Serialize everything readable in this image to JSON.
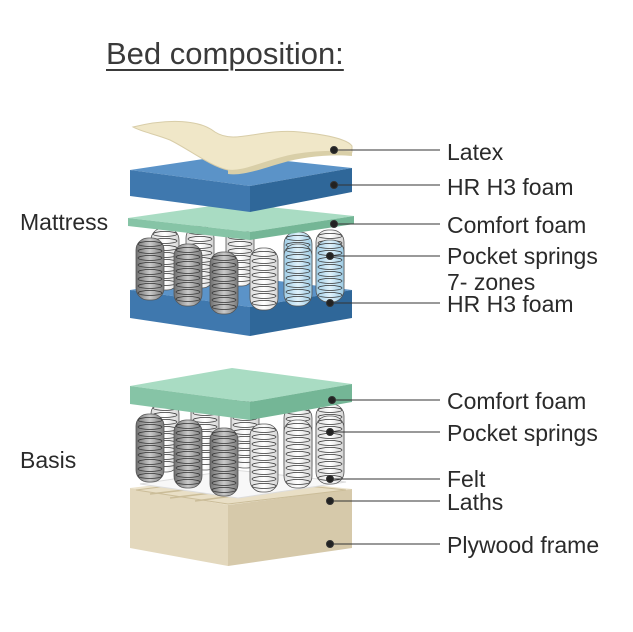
{
  "title": "Bed composition:",
  "groups": {
    "mattress": "Mattress",
    "basis": "Basis"
  },
  "callouts": {
    "latex": "Latex",
    "hr_top": "HR H3 foam",
    "comfort_top": "Comfort foam",
    "pocket_top": "Pocket springs",
    "zones": "7- zones",
    "hr_bottom": "HR H3 foam",
    "comfort_basis": "Comfort foam",
    "pocket_basis": "Pocket springs",
    "felt": "Felt",
    "laths": "Laths",
    "plywood": "Plywood frame"
  },
  "colors": {
    "latex": "#efe6c8",
    "hr_foam": "#4a82b8",
    "comfort_foam": "#9fd6bc",
    "spring_grey": "#9a9a9a",
    "spring_white": "#f4f4f4",
    "spring_blue": "#b7dcf0",
    "felt": "#f8f8f8",
    "plywood": "#e6dcc4",
    "leader_line": "#333333"
  }
}
